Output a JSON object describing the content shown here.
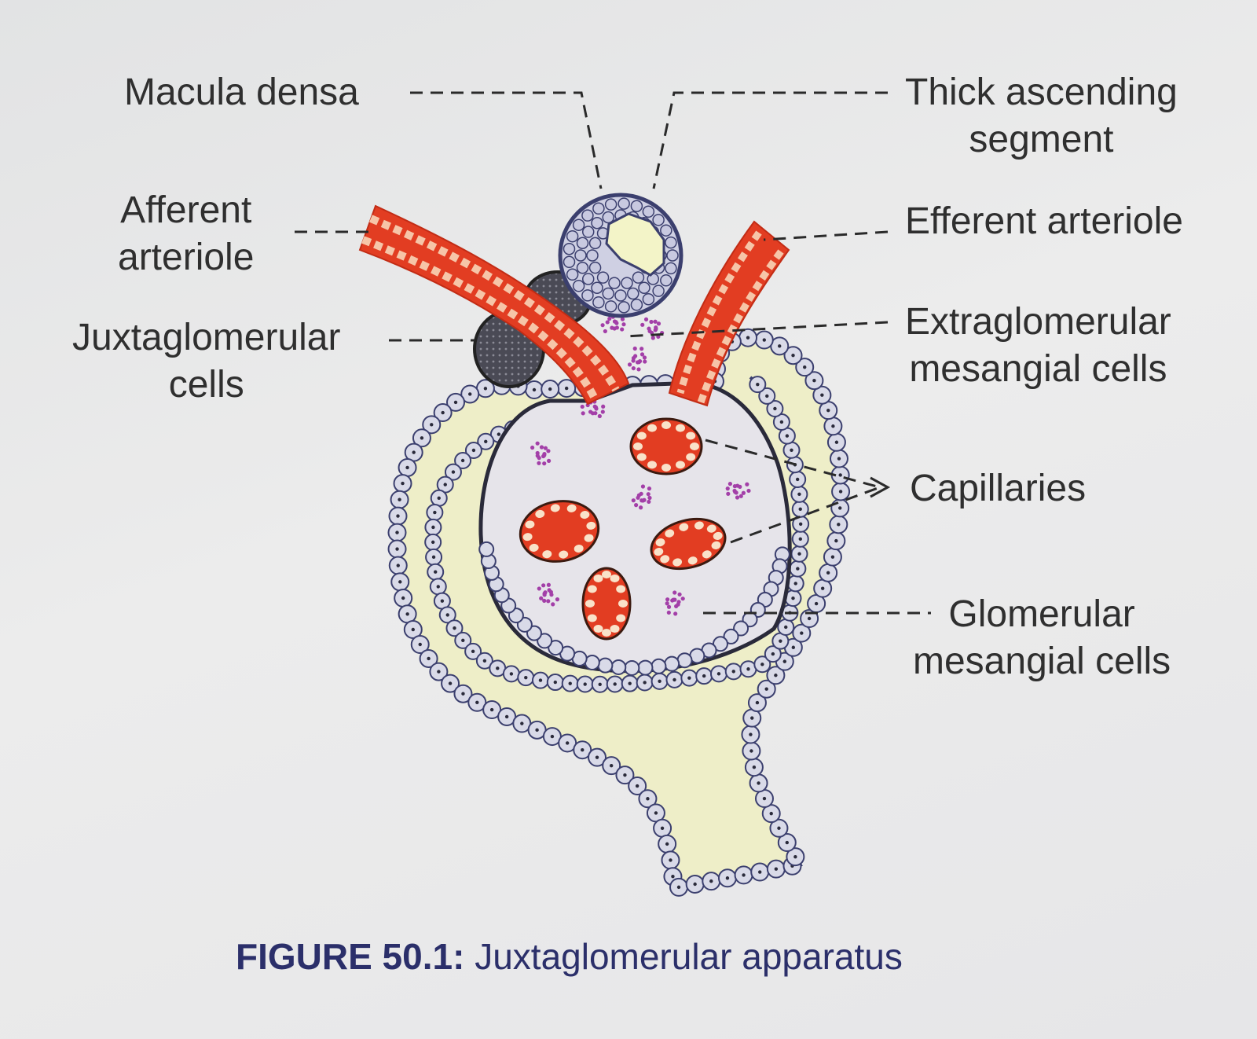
{
  "labels": {
    "macula_densa": "Macula densa",
    "thick_ascending": [
      "Thick ascending",
      "segment"
    ],
    "afferent": [
      "Afferent",
      "arteriole"
    ],
    "efferent": "Efferent arteriole",
    "juxtaglomerular": [
      "Juxtaglomerular",
      "cells"
    ],
    "extraglomerular": [
      "Extraglomerular",
      "mesangial cells"
    ],
    "capillaries": "Capillaries",
    "glomerular_mesangial": [
      "Glomerular",
      "mesangial cells"
    ]
  },
  "caption": {
    "number": "FIGURE 50.1:",
    "title": "Juxtaglomerular apparatus"
  },
  "colors": {
    "arteriole": "#e23d22",
    "capsule_space": "#eeeec8",
    "cell": "#d9dae8",
    "cell_outline": "#3b3f6e",
    "glomerulus": "#e6e4ea",
    "mesangial": "#a33fa8",
    "caption": "#2b2f6a"
  }
}
